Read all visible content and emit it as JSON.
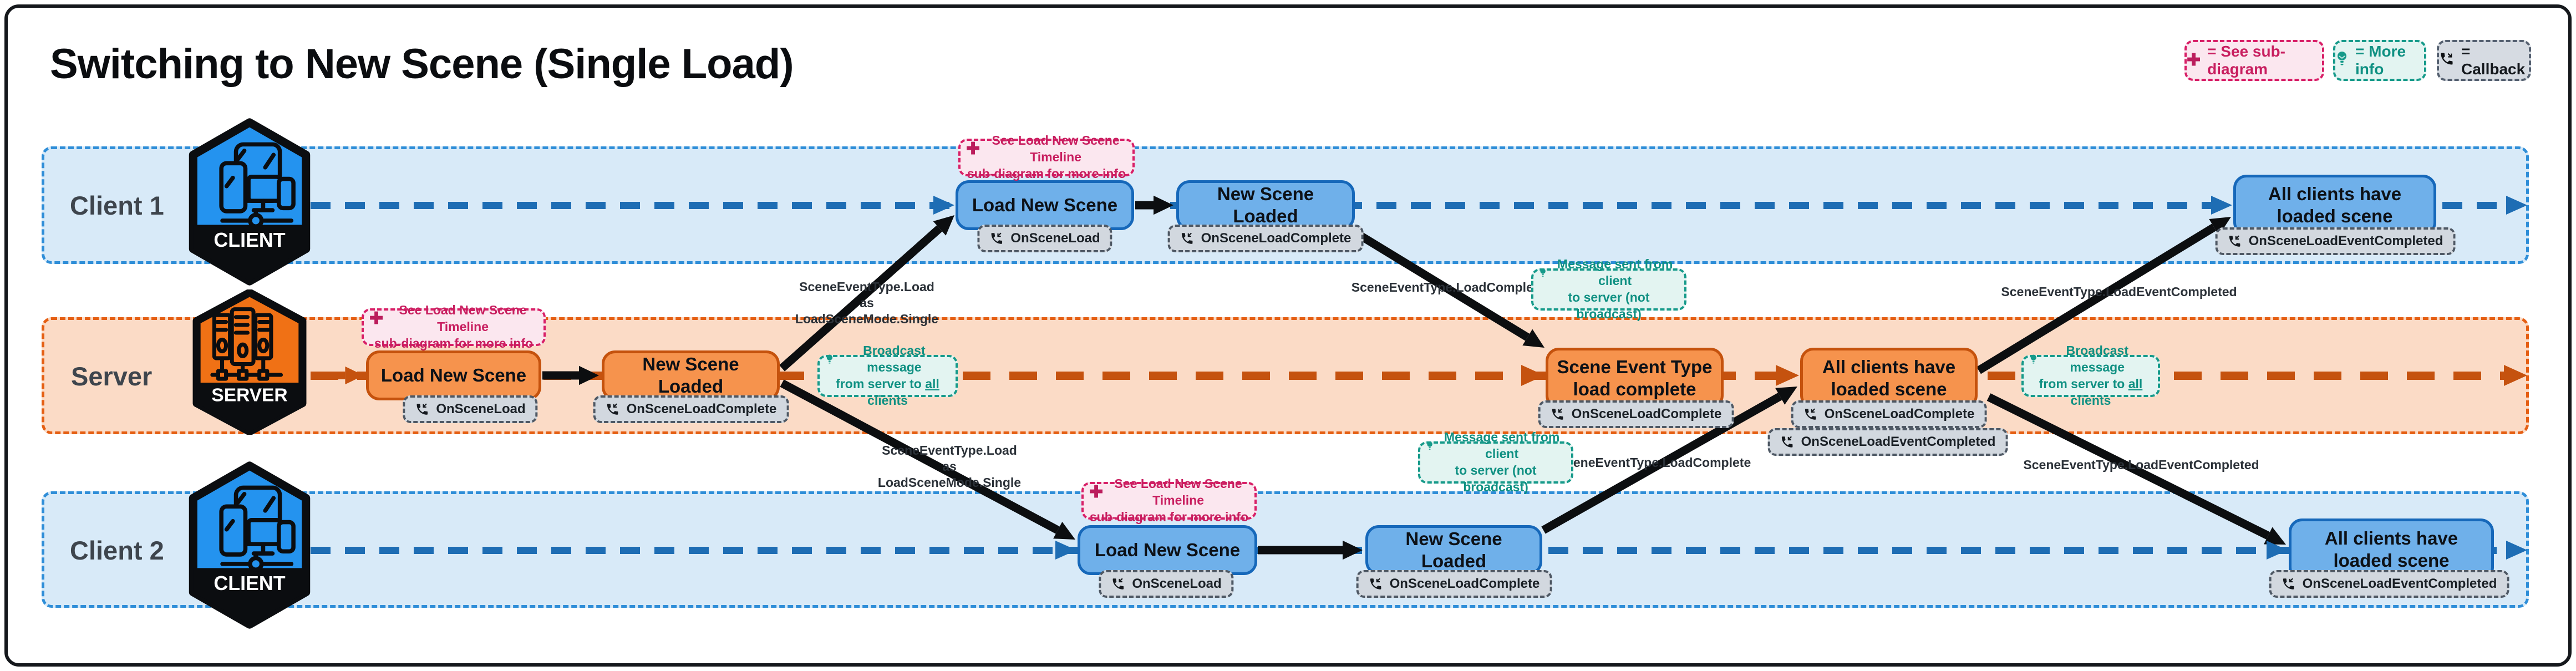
{
  "title": "Switching to New Scene (Single Load)",
  "legend": {
    "sub_diagram": {
      "icon": "plus-icon",
      "label": "= See sub-diagram"
    },
    "more_info": {
      "icon": "lightbulb-icon",
      "label": "= More info"
    },
    "callback": {
      "icon": "callback-phone-icon",
      "label": "= Callback"
    }
  },
  "lanes": {
    "client1": {
      "label": "Client 1",
      "badge": "CLIENT"
    },
    "server": {
      "label": "Server",
      "badge": "SERVER"
    },
    "client2": {
      "label": "Client 2",
      "badge": "CLIENT"
    }
  },
  "nodes": {
    "c1_load": {
      "label": "Load New Scene",
      "callback": "OnSceneLoad"
    },
    "c1_loaded": {
      "label": "New Scene Loaded",
      "callback": "OnSceneLoadComplete"
    },
    "c1_all": {
      "label": "All clients have loaded scene",
      "callback": "OnSceneLoadEventCompleted"
    },
    "sv_load": {
      "label": "Load New Scene",
      "callback": "OnSceneLoad"
    },
    "sv_loaded": {
      "label": "New Scene Loaded",
      "callback": "OnSceneLoadComplete"
    },
    "sv_evt": {
      "label": "Scene Event Type load complete",
      "callback": "OnSceneLoadComplete"
    },
    "sv_all": {
      "label": "All clients have loaded scene",
      "callbacks": [
        "OnSceneLoadComplete",
        "OnSceneLoadEventCompleted"
      ]
    },
    "c2_load": {
      "label": "Load New Scene",
      "callback": "OnSceneLoad"
    },
    "c2_loaded": {
      "label": "New Scene Loaded",
      "callback": "OnSceneLoadComplete"
    },
    "c2_all": {
      "label": "All clients have loaded scene",
      "callback": "OnSceneLoadEventCompleted"
    }
  },
  "notes": {
    "sub": {
      "line1": "See Load New Scene Timeline",
      "line2": "sub-diagram for more info"
    },
    "broadcast": {
      "line1": "Broadcast message",
      "line2_pre": "from server to ",
      "line2_u": "all",
      "line2_post": " clients"
    },
    "message": {
      "line1": "Message sent from client",
      "line2": "to server (not broadcast)"
    }
  },
  "edge_labels": {
    "load_single": "SceneEventType.Load\nas\nLoadSceneMode.Single",
    "load_complete": "SceneEventType.LoadComplete",
    "load_event_completed": "SceneEventType.LoadEventCompleted"
  },
  "colors": {
    "client_accent": "#2493ef",
    "client_lane_bg": "#d8eaf8",
    "client_line": "#1e6db4",
    "server_accent": "#f07115",
    "server_lane_bg": "#fbdbc6",
    "server_line": "#c5520f",
    "box_blue": "#6fb0ea",
    "box_orange": "#f6934d",
    "note_pink": "#d81f67",
    "note_teal": "#169a8a",
    "chip_gray": "#d2d8df"
  }
}
